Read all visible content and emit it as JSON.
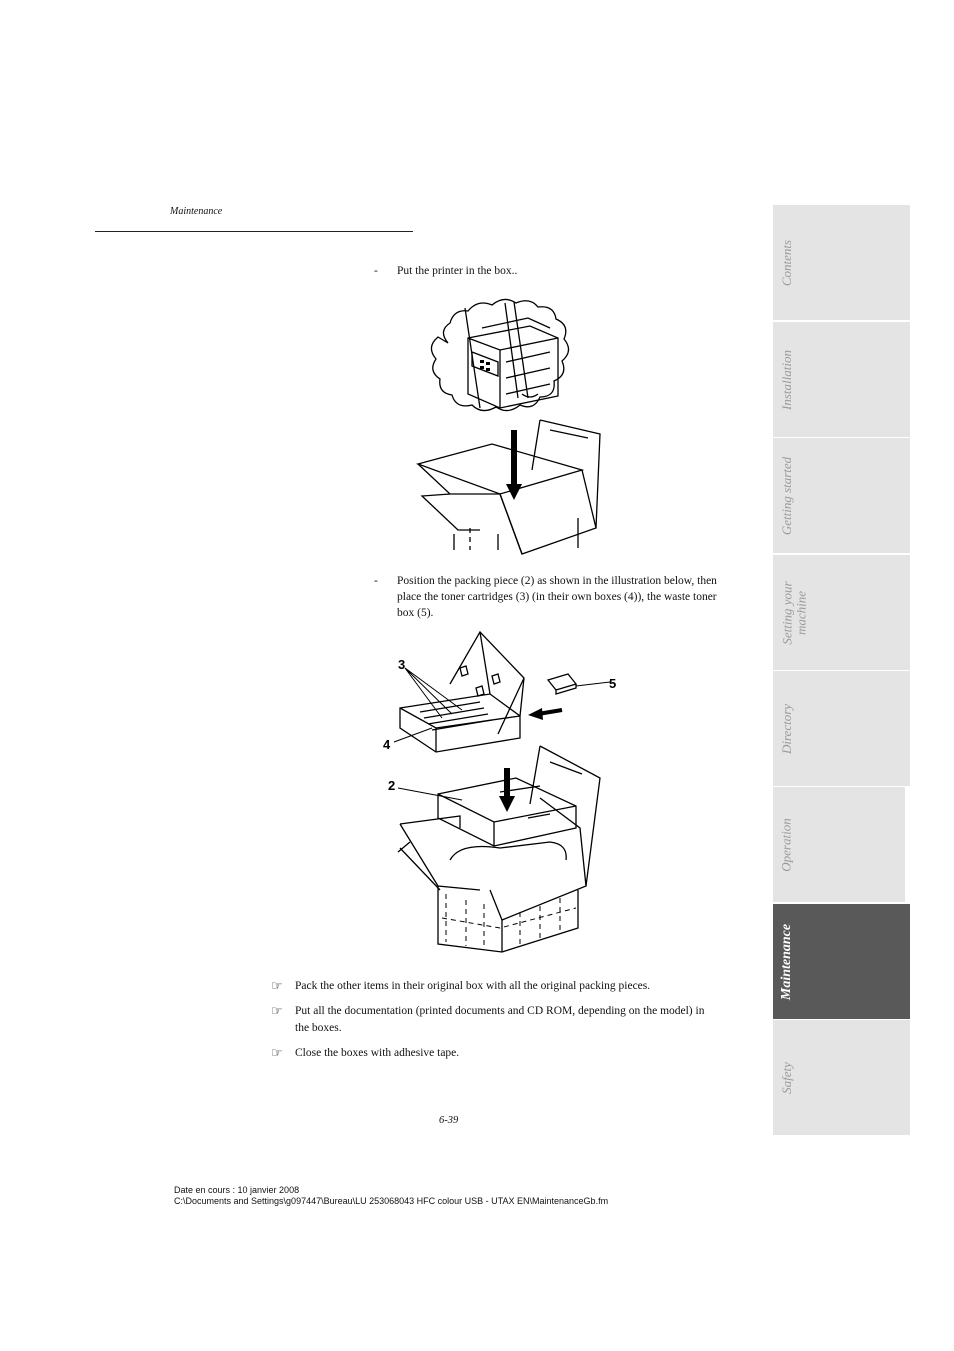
{
  "header": {
    "section": "Maintenance"
  },
  "steps": [
    {
      "dash": "-",
      "text": "Put the printer in the box.."
    },
    {
      "dash": "-",
      "lines": [
        "Position the packing piece (2) as shown in the illustration below, then",
        "place the toner cartridges (3) (in their own boxes (4)), the waste toner",
        "box (5)."
      ]
    }
  ],
  "figure2_callouts": [
    "3",
    "4",
    "5",
    "2"
  ],
  "notes": [
    {
      "lines": [
        "Pack the other items in their original box with all the original packing pieces."
      ]
    },
    {
      "lines": [
        "Put all the documentation (printed documents and CD ROM, depending on the model) in",
        "the boxes."
      ]
    },
    {
      "lines": [
        "Close the boxes with adhesive tape."
      ]
    }
  ],
  "note_icon": "pointing-hand-icon",
  "page_number": "6-39",
  "footer": {
    "date": "Date en cours : 10 janvier 2008",
    "path": "C:\\Documents and Settings\\g097447\\Bureau\\LU 253068043 HFC colour USB - UTAX EN\\MaintenanceGb.fm"
  },
  "side_tabs": [
    {
      "label": "Contents",
      "active": false
    },
    {
      "label": "Installation",
      "active": false
    },
    {
      "label": "Getting started",
      "active": false
    },
    {
      "label": "Setting your machine",
      "label_lines": [
        "Setting your",
        "machine"
      ],
      "active": false
    },
    {
      "label": "Directory",
      "active": false
    },
    {
      "label": "Operation",
      "active": false
    },
    {
      "label": "Maintenance",
      "active": true
    },
    {
      "label": "Safety",
      "active": false
    }
  ],
  "colors": {
    "tab_bg": "#e4e4e4",
    "tab_active_bg": "#595959",
    "tab_text": "#9a9a9a"
  }
}
